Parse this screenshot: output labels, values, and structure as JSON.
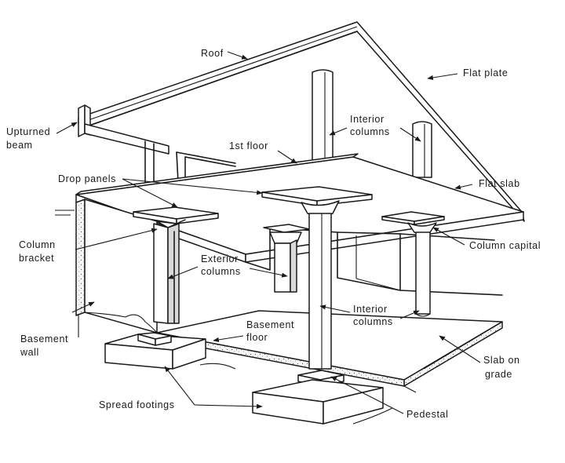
{
  "labels": {
    "roof": "Roof",
    "flat_plate": "Flat plate",
    "upturned_beam_1": "Upturned",
    "upturned_beam_2": "beam",
    "interior_columns_top_1": "Interior",
    "interior_columns_top_2": "columns",
    "first_floor": "1st floor",
    "flat_slab": "Flat slab",
    "drop_panels": "Drop panels",
    "column_bracket_1": "Column",
    "column_bracket_2": "bracket",
    "exterior_columns_1": "Exterior",
    "exterior_columns_2": "columns",
    "column_capital": "Column capital",
    "interior_columns_bottom_1": "Interior",
    "interior_columns_bottom_2": "columns",
    "basement_wall_1": "Basement",
    "basement_wall_2": "wall",
    "basement_floor_1": "Basement",
    "basement_floor_2": "floor",
    "slab_on_grade_1": "Slab on",
    "slab_on_grade_2": "grade",
    "spread_footings": "Spread footings",
    "pedestal": "Pedestal"
  }
}
